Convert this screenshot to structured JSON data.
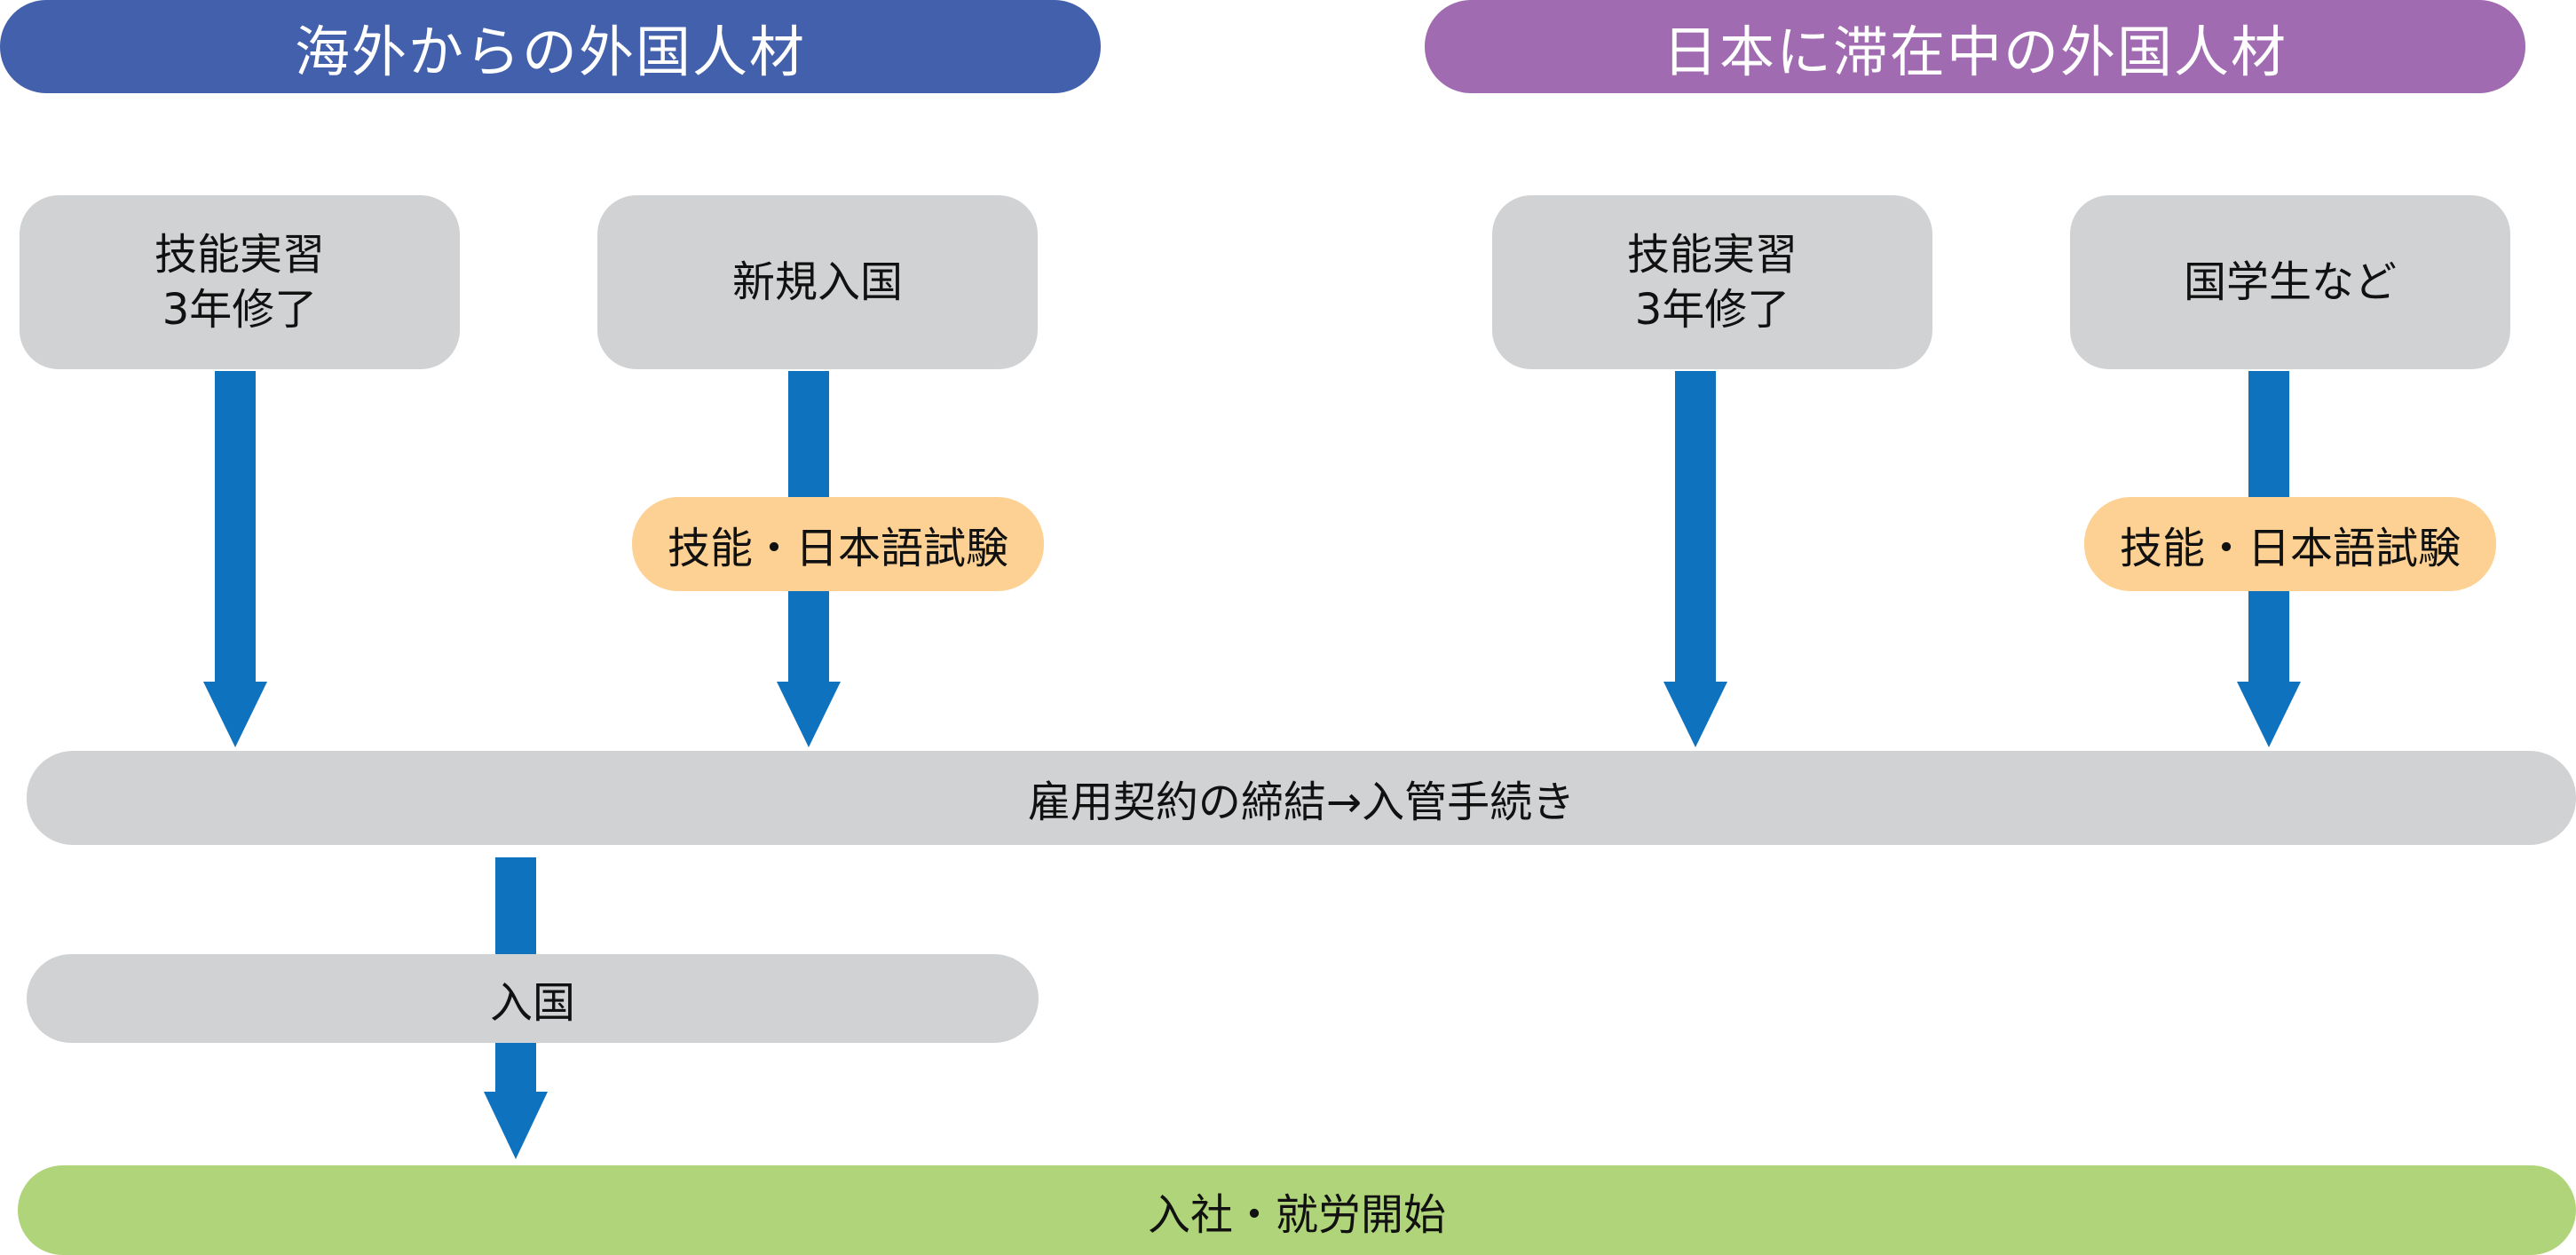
{
  "headers": {
    "overseas": "海外からの外国人材",
    "resident": "日本に滞在中の外国人材"
  },
  "sources": {
    "overseas_trainee": [
      "技能実習",
      "3年修了"
    ],
    "new_entry": "新規入国",
    "resident_trainee": [
      "技能実習",
      "3年修了"
    ],
    "students": "国学生など"
  },
  "exam_label": "技能・日本語試験",
  "contract_step": "雇用契約の締結→入管手続き",
  "entry_step": "入国",
  "final_step": "入社・就労開始",
  "colors": {
    "overseas_header": "#4360ac",
    "resident_header": "#a06bb0",
    "step_box": "#d1d2d4",
    "exam_box": "#fdd193",
    "final_box": "#b0d47a",
    "arrow": "#0e72bf"
  }
}
